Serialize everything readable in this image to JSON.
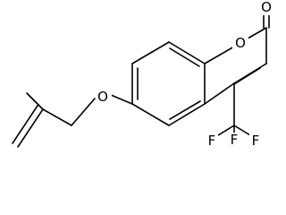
{
  "molecule": {
    "atoms": {
      "carbonyl_oxygen": "O",
      "ring_oxygen": "O",
      "ether_oxygen": "O",
      "fluorine_top": "F",
      "fluorine_right": "F",
      "fluorine_bottom": "F"
    }
  }
}
